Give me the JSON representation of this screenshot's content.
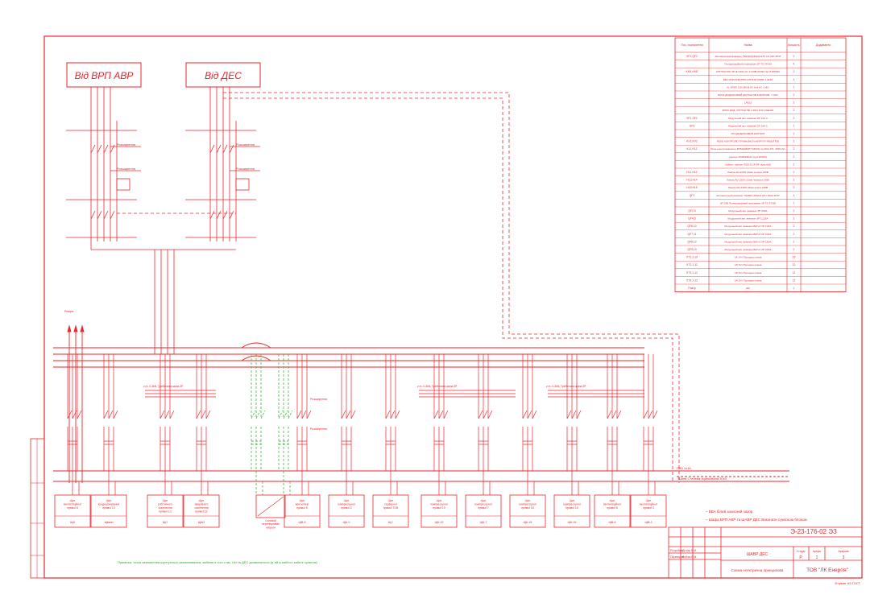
{
  "inputs": {
    "left": "Від ВРП АВР",
    "right": "Від ДЕС"
  },
  "labels": {
    "rozsh": "Розширення",
    "nucleus": "z.m. 0,3kN, Гребінчата шина 3P",
    "ground": "Шина Сталева оцинкована 30x5",
    "pe_wire": "ПВ3 1x16",
    "legend1": "– ВВА білий захисний зазор",
    "legend2": "– Шафа ВРП АВР та ШАВР ДЕС Виконати сумісною блоком",
    "note": "Примітка: точка заземлення шунтується заземлювачем, кабелю в тоні з нм, тієї та ДЕС дозволяється (в тій ж кабелі і кабелі пультом)",
    "reserve_label": "Резерв"
  },
  "spec": {
    "headers": [
      "Поз. позначення",
      "Назва",
      "Кількість",
      "Додавання"
    ],
    "rows": [
      [
        "SF1,QF2",
        "Автоматичний вимикач TS630N 630A/4 ET5.3.6.30A 3P3T",
        "2"
      ],
      [
        "",
        "Поляризаційний перемикач 3P TS 3Т630",
        "4"
      ],
      [
        "KM1,KM2",
        "КОНТАКТОР 3P IE 630A AC-3 220B-50/60 ГЦ 1T185094",
        "2"
      ],
      [
        "",
        "МЕХ.БЛОКУВАННЯ КОНТАКТОРІВ 1.4E18",
        "1"
      ],
      [
        "",
        "KL БЛОК 110-240 В AC 8+8 AC LAE1",
        "1"
      ],
      [
        "",
        "БЛОК ДОДАТКОВИЙ КОНТАКТІВ 3 ВИТРИМ. 7-3SC",
        "2"
      ],
      [
        "",
        "LAE12",
        "2"
      ],
      [
        "",
        "БЛОК ДОД. КОНТАКТІВ 2 2NO 2NC LAEN22",
        "2"
      ],
      [
        "SF1,SF2",
        "Модульний авт. вимикач 2P 10A C",
        "2"
      ],
      [
        "SF3",
        "Модульний авт. вимикач 3P 16A C",
        "1"
      ],
      [
        "",
        "OF1 ДОДАТКОВИЙ КОНТАКТ",
        "1"
      ],
      [
        "KV1,KV2",
        "РЕЛЕ КОНТРОЛЮ ТРИФАЗНОЇ НАПРУГИ RM35TF30",
        "2"
      ],
      [
        "KL1,KL2",
        "Реле електромагнітне RXM4AB2P7 230AC 1p.2NA.AT1. 250V AC",
        "2"
      ],
      [
        "",
        "Цоколь RXZE2M114 (для RXM4)",
        "2"
      ],
      [
        "",
        "Кабель транзит RDS-CLIP-DF (круглий)",
        "2"
      ],
      [
        "HL1,HL2",
        "Лампа AD-22DS 22мм зелена 230В",
        "2"
      ],
      [
        "HL3,HL4",
        "Лампа AD-22DS 22мм червона 230В",
        "2"
      ],
      [
        "HL5,HL6",
        "Лампа AD-22DS 22мм жовта 230В",
        "2"
      ],
      [
        "QF1",
        "Автоматичний вимикач TS250N 250A/4 ATU 250A 3P3T",
        "1"
      ],
      [
        "",
        "3P 25B Поляризаційний перемикач 3P TS 3Т250",
        "1"
      ],
      [
        "QF2,3",
        "Модульний авт. вимикач 3P C80A",
        "2"
      ],
      [
        "QF4,5",
        "Модульний авт. вимикач 3P C125A",
        "2"
      ],
      [
        "QF6,10",
        "Модульний авт. вимикач ВКН-3 3P C25A",
        "2"
      ],
      [
        "QF7,11",
        "Модульний авт. вимикач ВКН-3 3P C32A",
        "2"
      ],
      [
        "QF8,12",
        "Модульний авт. вимикач ВКН-3 3P C50A",
        "2"
      ],
      [
        "QF9,13",
        "Модульний авт. вимикач ВКН-3 3P C63A",
        "2"
      ],
      [
        "XT1.1-19",
        "UK 5-N Прохідна клема",
        "19"
      ],
      [
        "XT2.1-12",
        "UK 5-N Прохідна клема",
        "12"
      ],
      [
        "XT3.1-12",
        "UK 5-N Прохідна клема",
        "12"
      ],
      [
        "XT4.1-12",
        "UK 5-N Прохідна клема",
        "12"
      ],
      [
        "Р.затр",
        "ШК",
        "1"
      ]
    ]
  },
  "loads": [
    {
      "id": "l1",
      "name": "Щит вентиляційної прямої 8",
      "code": "ЩВ"
    },
    {
      "id": "l2",
      "name": "Щит кондиціонування прямої 13",
      "code": "Щвкон"
    },
    {
      "id": "l3",
      "name": "Щит робітничого освітлення прямої 13",
      "code": "ЩО"
    },
    {
      "id": "l4",
      "name": "Щит аварійного освітлення прямої 12",
      "code": "ЩАО"
    },
    {
      "id": "l5",
      "name": "Щит вентиляції прямої 5",
      "code": "ЩВ-5"
    },
    {
      "id": "l6",
      "name": "Щит компресорної прямої 2",
      "code": "ЩК-2"
    },
    {
      "id": "l7",
      "name": "Щит серверної прямої ТОВ",
      "code": "ЩС"
    },
    {
      "id": "l8",
      "name": "Щит компресорної прямої 19",
      "code": "ЩК-19"
    },
    {
      "id": "l9",
      "name": "Щит компресорної прямої 7",
      "code": "ЩК-7"
    },
    {
      "id": "l10",
      "name": "Щит компресорної прямої 18",
      "code": "ЩК-18"
    },
    {
      "id": "l11",
      "name": "Щит компресорної прямої 15",
      "code": "ЩК-15"
    },
    {
      "id": "l12",
      "name": "Щит вентиляційної прямої 6",
      "code": "ЩВ-6"
    },
    {
      "id": "l13",
      "name": "Щит вентиляційної прямої 3",
      "code": "ЩВ-3"
    }
  ],
  "converter": "Силовий перетворювач напруги",
  "title_block": {
    "doc_code": "Э-23-176-02 ЭЗ",
    "object": "ШАВР ДЕС",
    "sheet_title": "Схема електрична принципова",
    "stage_h": "Стадія",
    "sheet_h": "Аркуш",
    "sheets_h": "Аркушів",
    "stage": "Р",
    "sheet": "1",
    "sheets": "3",
    "company": "ТОВ \"ЛК Енергія\"",
    "bottom_note": "Формат А3 ГОСТ",
    "roles": [
      "Розробив",
      "Перевірив"
    ],
    "names": [
      "Дігтяр В.М.",
      "Лобов В.М."
    ]
  }
}
